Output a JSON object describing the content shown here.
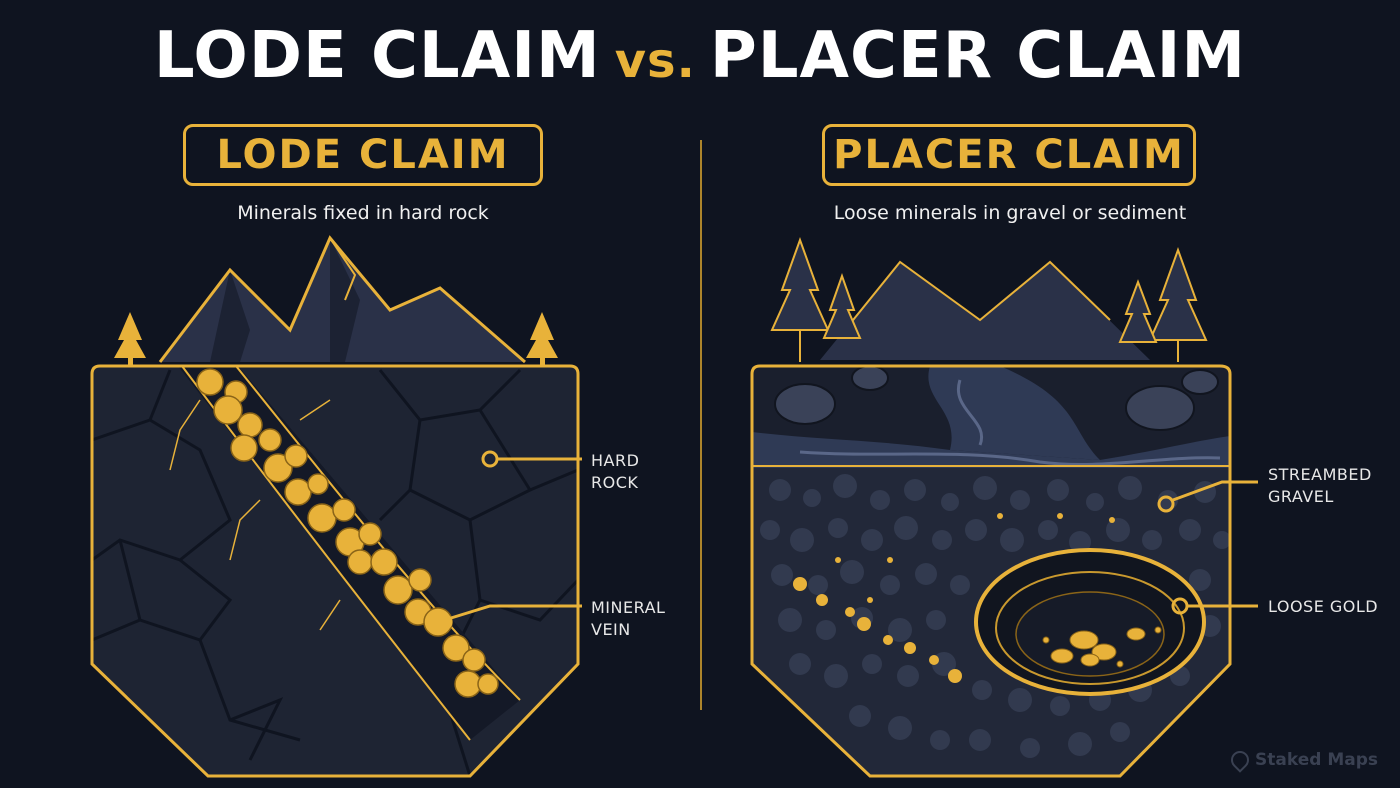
{
  "title": {
    "part1": "LODE CLAIM",
    "vs": "vs.",
    "part2": "PLACER CLAIM"
  },
  "lode": {
    "badge": "LODE CLAIM",
    "subtitle": "Minerals fixed in hard rock",
    "callouts": {
      "hard_rock": [
        "HARD",
        "ROCK"
      ],
      "mineral_vein": [
        "MINERAL",
        "VEIN"
      ]
    }
  },
  "placer": {
    "badge": "PLACER CLAIM",
    "subtitle": "Loose minerals in gravel or sediment",
    "callouts": {
      "streambed_gravel": [
        "STREAMBED",
        "GRAVEL"
      ],
      "loose_gold": [
        "LOOSE GOLD"
      ]
    }
  },
  "watermark": "Staked Maps",
  "colors": {
    "gold": "#e8b23a",
    "background": "#0f1420",
    "rock": "#1e2433",
    "water": "#2f3a55"
  }
}
